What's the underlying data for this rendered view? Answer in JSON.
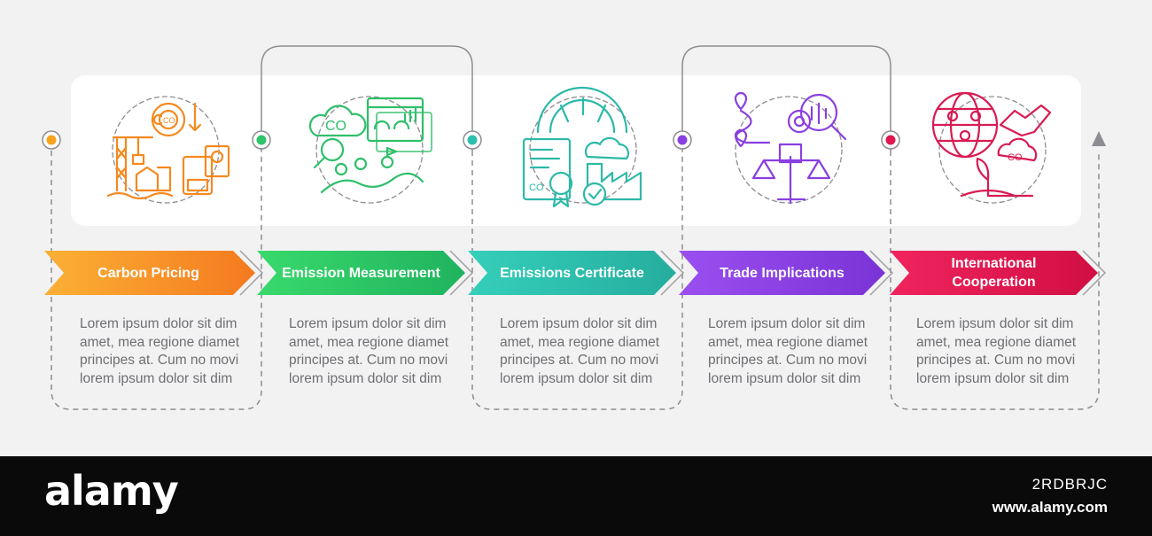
{
  "steps": [
    {
      "title": "Carbon Pricing",
      "description": "Lorem ipsum dolor sit dim amet, mea regione diamet principes at. Cum no movi lorem ipsum dolor sit dim",
      "color": "#f7931e",
      "icon": "carbon-pricing-icon"
    },
    {
      "title": "Emission Measurement",
      "description": "Lorem ipsum dolor sit dim amet, mea regione diamet principes at. Cum no movi lorem ipsum dolor sit dim",
      "color": "#2fc46a",
      "icon": "emission-measurement-icon"
    },
    {
      "title": "Emissions Certificate",
      "description": "Lorem ipsum dolor sit dim amet, mea regione diamet principes at. Cum no movi lorem ipsum dolor sit dim",
      "color": "#2cbfae",
      "icon": "emissions-certificate-icon"
    },
    {
      "title": "Trade Implications",
      "description": "Lorem ipsum dolor sit dim amet, mea regione diamet principes at. Cum no movi lorem ipsum dolor sit dim",
      "color": "#8a3fe0",
      "icon": "trade-implications-icon"
    },
    {
      "title": "International Cooperation",
      "description": "Lorem ipsum dolor sit dim amet, mea regione diamet principes at. Cum no movi lorem ipsum dolor sit dim",
      "color": "#e0184e",
      "icon": "international-cooperation-icon"
    }
  ],
  "watermark": {
    "brand": "alamy",
    "code": "2RDBRJC",
    "url": "www.alamy.com"
  }
}
